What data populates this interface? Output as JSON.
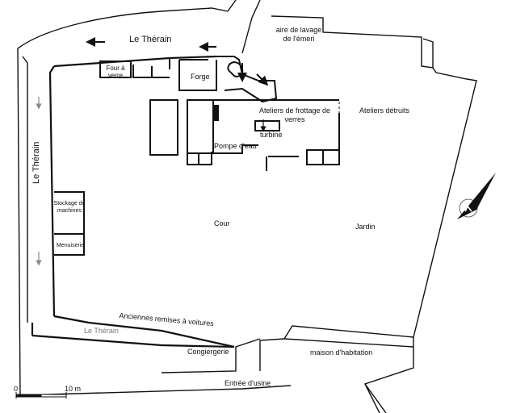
{
  "labels": {
    "river_north": "Le Thérain",
    "river_west": "Le Thérain",
    "river_south": "Le Thérain",
    "four": "Four à\nverre",
    "forge": "Forge",
    "lavage": "aire de lavage\nde l'émeri",
    "frottage": "Ateliers de frottage de\nverres",
    "detruits": "Ateliers détruits",
    "turbine": "turbine",
    "pompe": "Pompe d'eau",
    "stockage": "Stockage de\nmachines",
    "menuiserie": "Menuiserie",
    "cour": "Cour",
    "jardin": "Jardin",
    "remises": "Anciennes remises à voitures",
    "congiergerie": "Congiergerie",
    "maison": "maison d'habitation",
    "entree": "Entrée d'usine"
  },
  "scale": {
    "zero": "0",
    "ten": "10 m"
  },
  "icons": {
    "north_arrow": "north-arrow-icon",
    "flow_arrow": "arrow-icon"
  }
}
